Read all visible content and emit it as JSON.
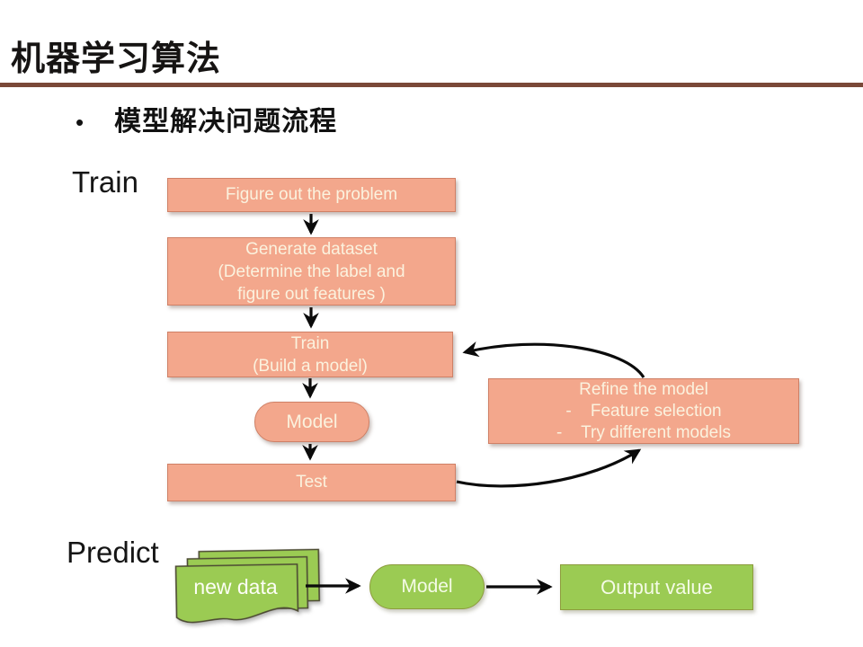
{
  "slide": {
    "title": "机器学习算法",
    "bullet_heading": "模型解决问题流程",
    "colors": {
      "divider": "#7A4838",
      "salmon_box": "#F3A78C",
      "green_box": "#9BCB53",
      "arrow": "#0B0B0B"
    }
  },
  "train_flow": {
    "section_label": "Train",
    "figure_out_box": "Figure out the problem",
    "generate_box": {
      "line1": "Generate dataset",
      "line2": "(Determine the label and",
      "line3": "figure out features )"
    },
    "train_box": {
      "line1": "Train",
      "line2": "(Build a model)"
    },
    "model_node": "Model",
    "test_box": "Test",
    "refine_box": {
      "line1": "Refine the model",
      "line2": "-    Feature selection",
      "line3": "-    Try different models"
    }
  },
  "predict_flow": {
    "section_label": "Predict",
    "new_data_label": "new data",
    "model_node": "Model",
    "output_box": "Output value"
  }
}
